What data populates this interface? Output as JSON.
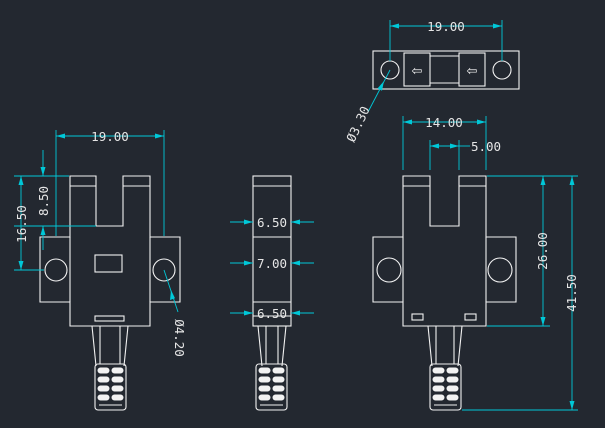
{
  "drawing": {
    "background": "#232830",
    "outline_color": "#f2f2f2",
    "dimension_color": "#00c8d8"
  },
  "dimensions": {
    "front_width": "19.00",
    "front_height_outer": "16.50",
    "front_height_inner": "8.50",
    "front_hole": "Ø4.20",
    "side_top": "6.50",
    "side_middle": "7.00",
    "side_bottom": "6.50",
    "top_width": "19.00",
    "top_hole": "Ø3.30",
    "right_width": "14.00",
    "right_slot": "5.00",
    "right_height_inner": "26.00",
    "right_height_total": "41.50"
  },
  "symbols": {
    "direction_arrow": "⇦"
  }
}
